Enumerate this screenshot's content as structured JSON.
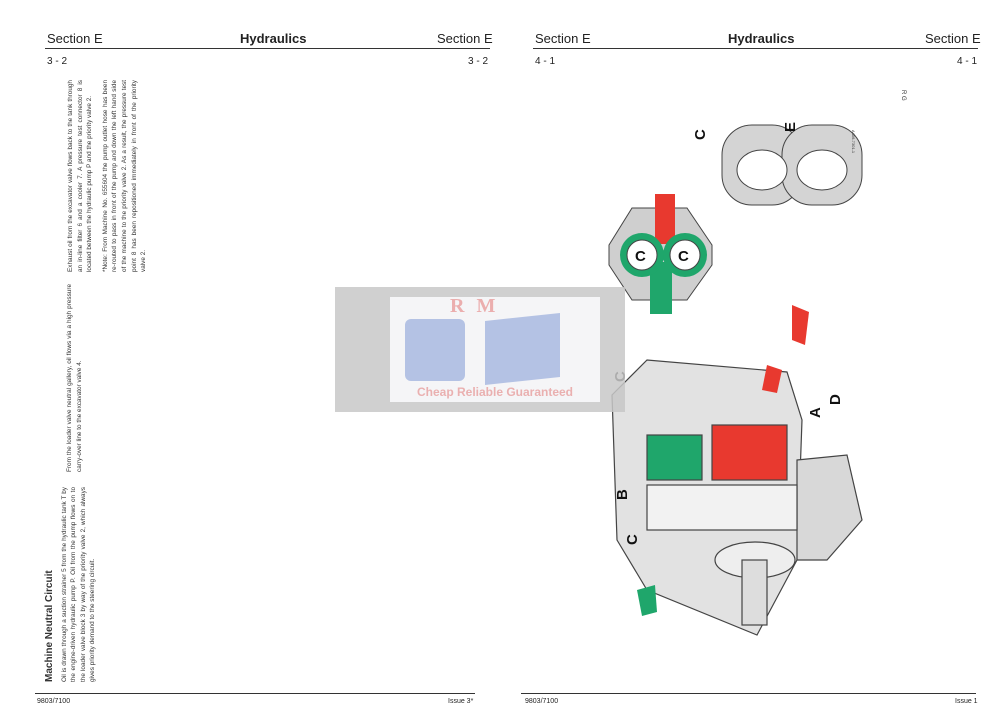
{
  "left_page": {
    "header": {
      "section_left": "Section E",
      "title": "Hydraulics",
      "section_right": "Section E"
    },
    "page_number_left": "3 - 2",
    "page_number_right": "3 - 2",
    "heading": "Machine Neutral Circuit",
    "para1": "Oil is drawn through a suction strainer 5 from the hydraulic tank T by the engine-driven hydraulic pump P. Oil from the pump flows on to the loader valve block 3 by way of the priority valve 2, which always gives priority demand to the steering circuit.",
    "para2": "From the loader valve neutral gallery, oil flows via a high pressure carry-over line to the excavator valve 4.",
    "para3": "Exhaust oil from the excavator valve flows back to the tank through an in-line filter 6 and a cooler 7. A pressure test connector 8 is located between the hydraulic pump P and the priority valve 2.",
    "note": "*Note: From Machine No. 655604 the pump outlet hose has been re-routed to pass in front of the pump and down the left hand side of the machine to the priority valve 2. As a result, the pressure test point 8 has been repositioned immediately in front of the priority valve 2.",
    "footer": {
      "code": "9803/7100",
      "issue": "Issue 3*"
    }
  },
  "right_page": {
    "header": {
      "section_left": "Section E",
      "title": "Hydraulics",
      "section_right": "Section E"
    },
    "page_number_left": "4 - 1",
    "page_number_right": "4 - 1",
    "figure_labels": [
      "C",
      "E",
      "C",
      "D",
      "A",
      "B",
      "C"
    ],
    "figure_code": "A406-7301-1",
    "corner_mark": "R G",
    "footer": {
      "code": "9803/7100",
      "issue": "Issue 1"
    }
  },
  "watermark": {
    "logo_text": "RM",
    "tagline": "Cheap Reliable Guaranteed"
  },
  "colors": {
    "pressure_red": "#e8392f",
    "suction_green": "#1fa66b",
    "housing_gray": "#cfcfcf"
  }
}
